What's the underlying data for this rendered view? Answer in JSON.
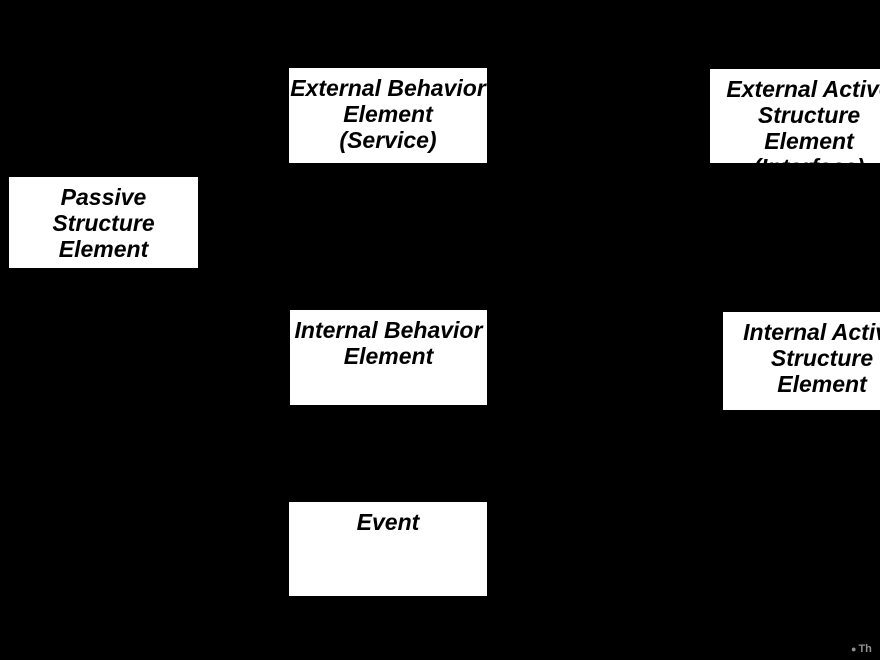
{
  "diagram": {
    "background_color": "#000000",
    "box_fill_color": "#ffffff",
    "box_text_color": "#000000",
    "boxes": {
      "external_behavior": {
        "label": "External Behavior\nElement\n(Service)"
      },
      "external_active": {
        "label": "External Active\nStructure Element\n(Interface)"
      },
      "passive": {
        "label": "Passive\nStructure\nElement"
      },
      "internal_behavior": {
        "label": "Internal Behavior\nElement"
      },
      "internal_active": {
        "label": "Internal Active\nStructure\nElement"
      },
      "event": {
        "label": "Event"
      }
    }
  },
  "watermark": {
    "symbol": "●",
    "text": "Th",
    "color": "#8f8f8f"
  }
}
